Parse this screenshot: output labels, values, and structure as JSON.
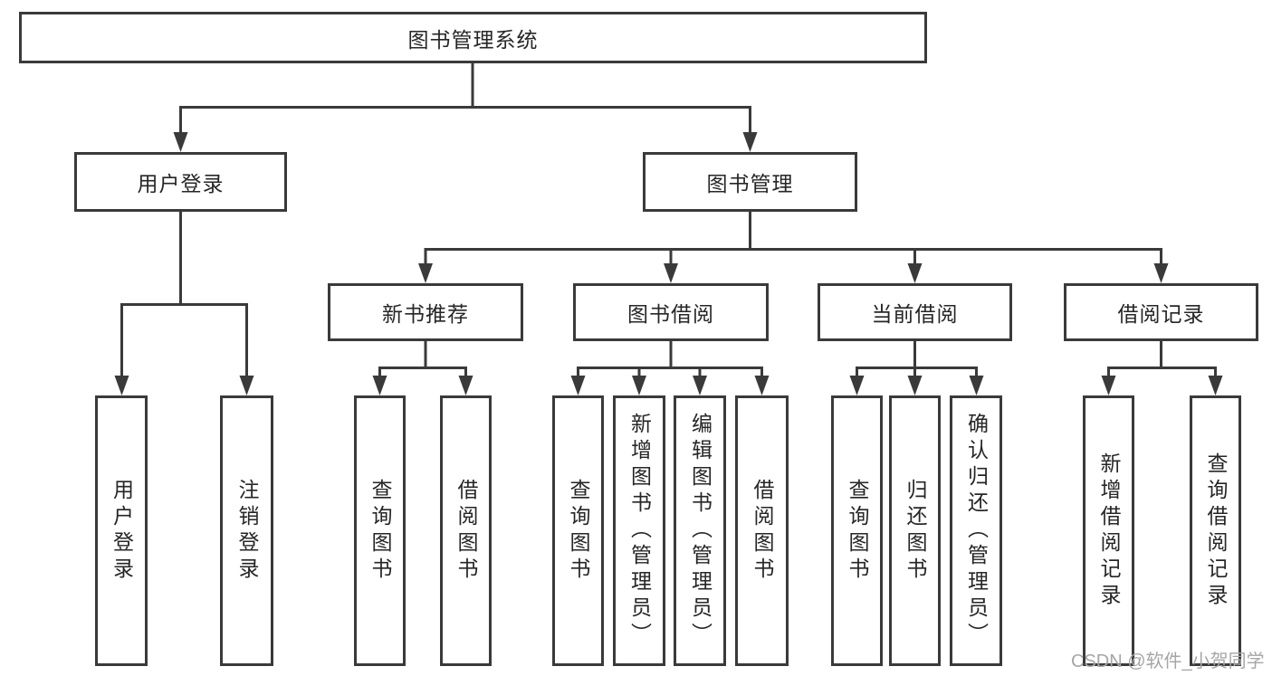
{
  "colors": {
    "line": "#3a3a3a",
    "text": "#262626",
    "background": "#ffffff",
    "watermark": "#a6a6a6"
  },
  "watermark": {
    "text": "CSDN @软件_小贺同学"
  },
  "tree": {
    "root": {
      "label": "图书管理系统"
    },
    "branches": [
      {
        "label": "用户登录",
        "children": [
          {
            "label": "用户登录"
          },
          {
            "label": "注销登录"
          }
        ]
      },
      {
        "label": "图书管理",
        "children": [
          {
            "label": "新书推荐",
            "children": [
              {
                "label": "查询图书"
              },
              {
                "label": "借阅图书"
              }
            ]
          },
          {
            "label": "图书借阅",
            "children": [
              {
                "label": "查询图书"
              },
              {
                "label": "新增图书（管理员）"
              },
              {
                "label": "编辑图书（管理员）"
              },
              {
                "label": "借阅图书"
              }
            ]
          },
          {
            "label": "当前借阅",
            "children": [
              {
                "label": "查询图书"
              },
              {
                "label": "归还图书"
              },
              {
                "label": "确认归还（管理员）"
              }
            ]
          },
          {
            "label": "借阅记录",
            "children": [
              {
                "label": "新增借阅记录"
              },
              {
                "label": "查询借阅记录"
              }
            ]
          }
        ]
      }
    ]
  }
}
